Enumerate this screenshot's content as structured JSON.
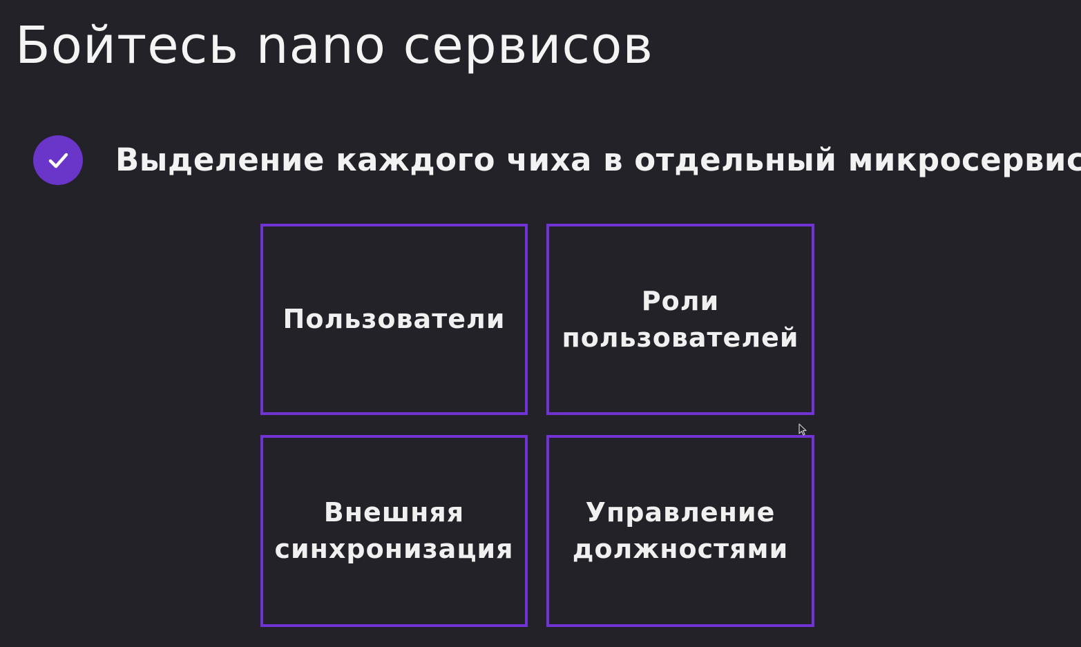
{
  "slide": {
    "title": "Бойтесь nano сервисов",
    "bullet": {
      "icon": "check-circle-icon",
      "text": "Выделение каждого чиха в отдельный микросервис"
    },
    "boxes": [
      {
        "label": "Пользователи"
      },
      {
        "label": "Роли\nпользователей"
      },
      {
        "label": "Внешняя\nсинхронизация"
      },
      {
        "label": "Управление\nдолжностями"
      }
    ]
  },
  "colors": {
    "background": "#232228",
    "accent": "#6a35c9",
    "box_border": "#7133d6",
    "text": "#f2f2f2"
  }
}
